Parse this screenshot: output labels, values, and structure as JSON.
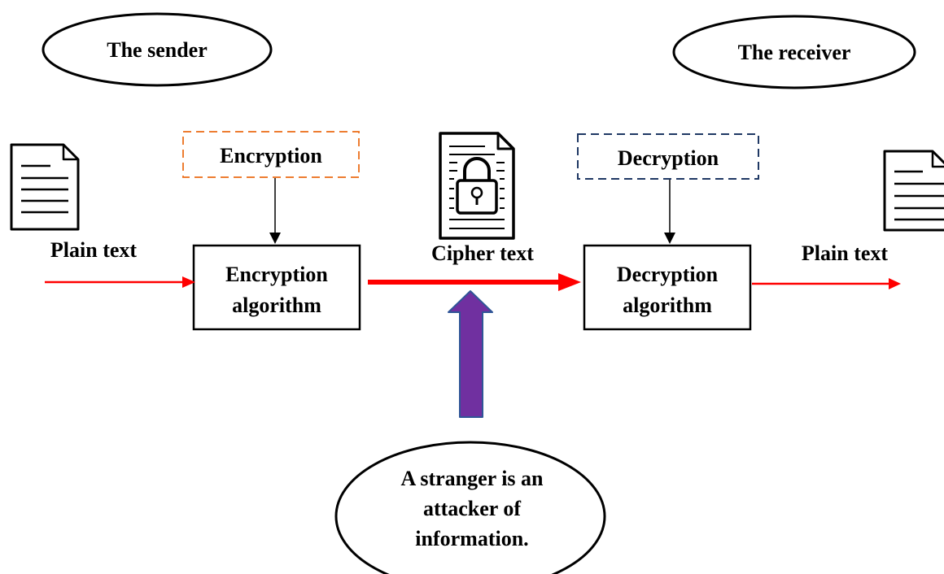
{
  "sender": {
    "label": "The sender"
  },
  "receiver": {
    "label": "The receiver"
  },
  "plaintext_in": {
    "label": "Plain text",
    "icon": "document-icon"
  },
  "plaintext_out": {
    "label": "Plain text",
    "icon": "document-icon"
  },
  "ciphertext": {
    "label": "Cipher text",
    "icon": "locked-document-icon"
  },
  "encryption_key": {
    "label": "Encryption",
    "border_color": "#ED7D31"
  },
  "decryption_key": {
    "label": "Decryption",
    "border_color": "#1F3864"
  },
  "encryption_box": {
    "line1": "Encryption",
    "line2": "algorithm"
  },
  "decryption_box": {
    "line1": "Decryption",
    "line2": "algorithm"
  },
  "attacker": {
    "line1": "A stranger is an",
    "line2": "attacker of",
    "line3": "information.",
    "arrow_color": "#7030A0"
  },
  "colors": {
    "flow_arrow": "#FF0000",
    "stroke": "#000000"
  }
}
